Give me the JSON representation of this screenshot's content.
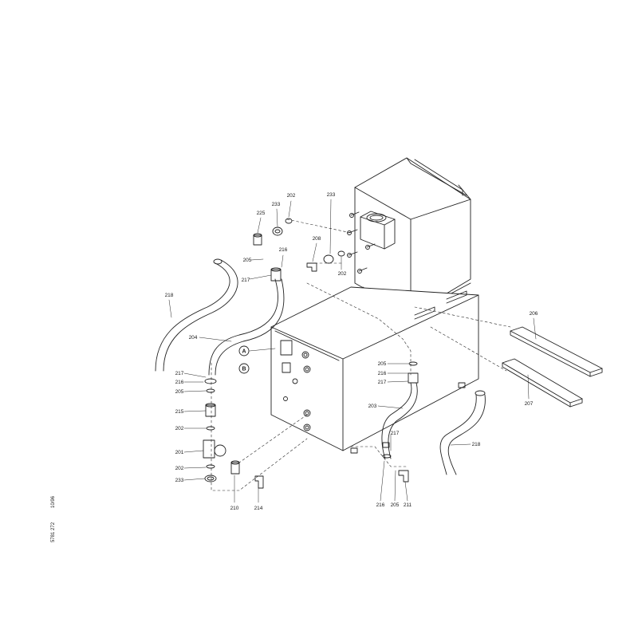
{
  "diagram": {
    "part_numbers": {
      "p202a": "202",
      "p233a": "233",
      "p225": "225",
      "p205a": "205",
      "p216a": "216",
      "p217a": "217",
      "p233b": "233",
      "p208": "208",
      "p202b": "202",
      "p218a": "218",
      "p204": "204",
      "p217b": "217",
      "p216b": "216",
      "p205b": "205",
      "p215": "215",
      "p202c": "202",
      "p201": "201",
      "p202d": "202",
      "p233c": "233",
      "p210": "210",
      "p214": "214",
      "p205c": "205",
      "p216c": "216",
      "p217c": "217",
      "p203": "203",
      "p217d": "217",
      "p216d": "216",
      "p205d": "205",
      "p211": "211",
      "p218b": "218",
      "p206": "206",
      "p207": "207"
    },
    "callouts": {
      "a": "A",
      "b": "B"
    },
    "side_text": {
      "doc_number": "5781 272",
      "date": "10/96"
    }
  }
}
